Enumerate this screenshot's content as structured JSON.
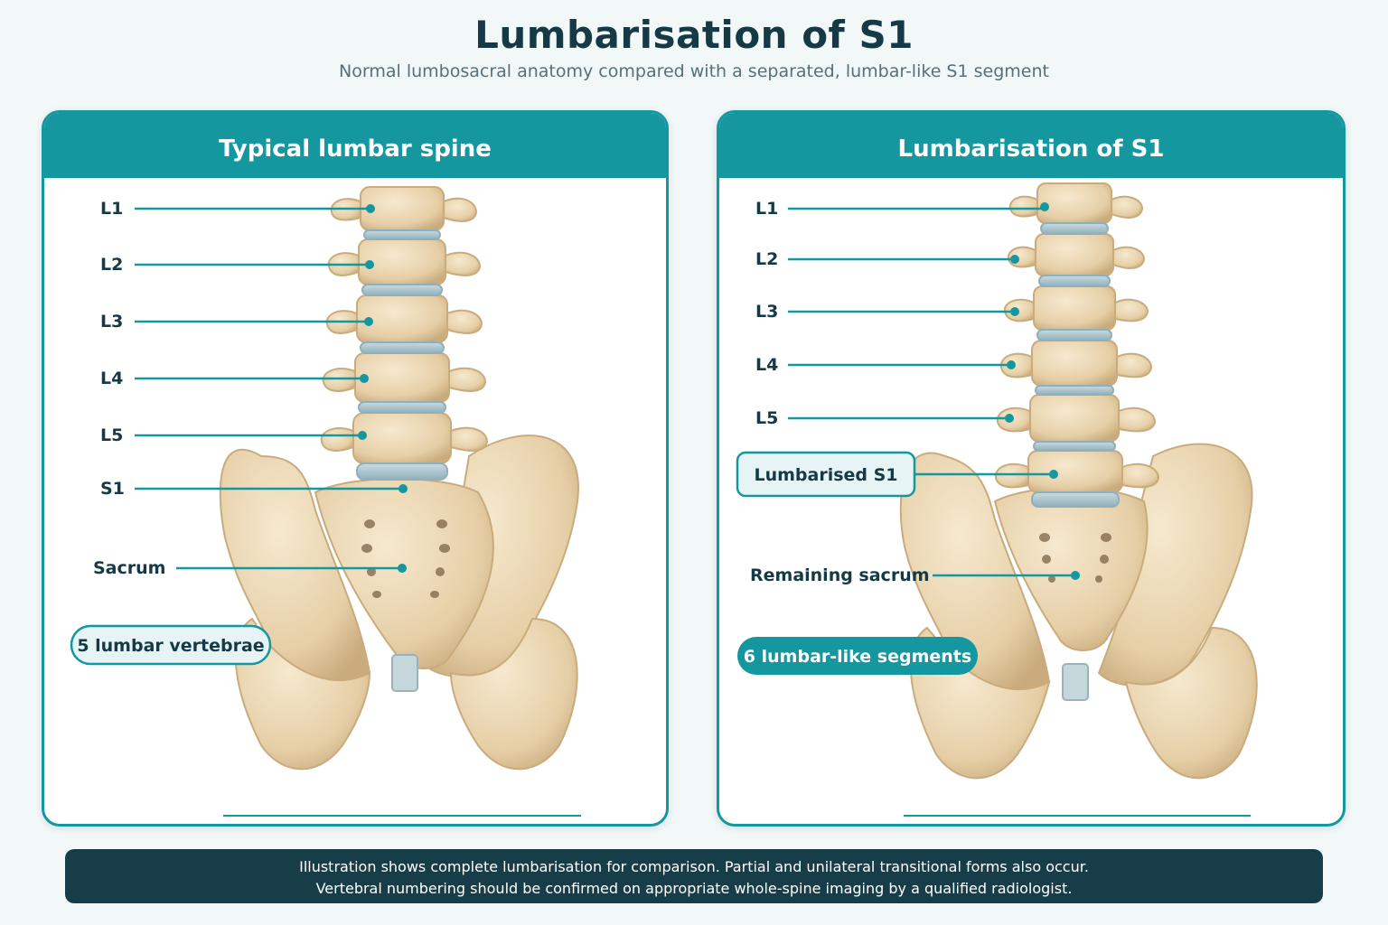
{
  "title": "Lumbarisation of S1",
  "subtitle": "Normal lumbosacral anatomy compared with a separated, lumbar-like S1 segment",
  "left_panel": {
    "header": "Typical lumbar spine",
    "labels": {
      "l1": "L1",
      "l2": "L2",
      "l3": "L3",
      "l4": "L4",
      "l5": "L5",
      "s1": "S1",
      "sacrum": "Sacrum"
    },
    "badge": "5 lumbar vertebrae"
  },
  "right_panel": {
    "header": "Lumbarisation of S1",
    "labels": {
      "l1": "L1",
      "l2": "L2",
      "l3": "L3",
      "l4": "L4",
      "l5": "L5",
      "lumbarised_s1": "Lumbarised S1",
      "remaining_sacrum": "Remaining sacrum"
    },
    "badge": "6 lumbar-like segments"
  },
  "footer": {
    "line1": "Illustration shows complete lumbarisation for comparison. Partial and unilateral transitional forms also occur.",
    "line2": "Vertebral numbering should be confirmed on appropriate whole-spine imaging by a qualified radiologist."
  },
  "colors": {
    "accent": "#14979f",
    "dark": "#163a45",
    "bone": "#ead6b3",
    "bone_shadow": "#c9ab7c",
    "disc": "#a9c3cc"
  }
}
